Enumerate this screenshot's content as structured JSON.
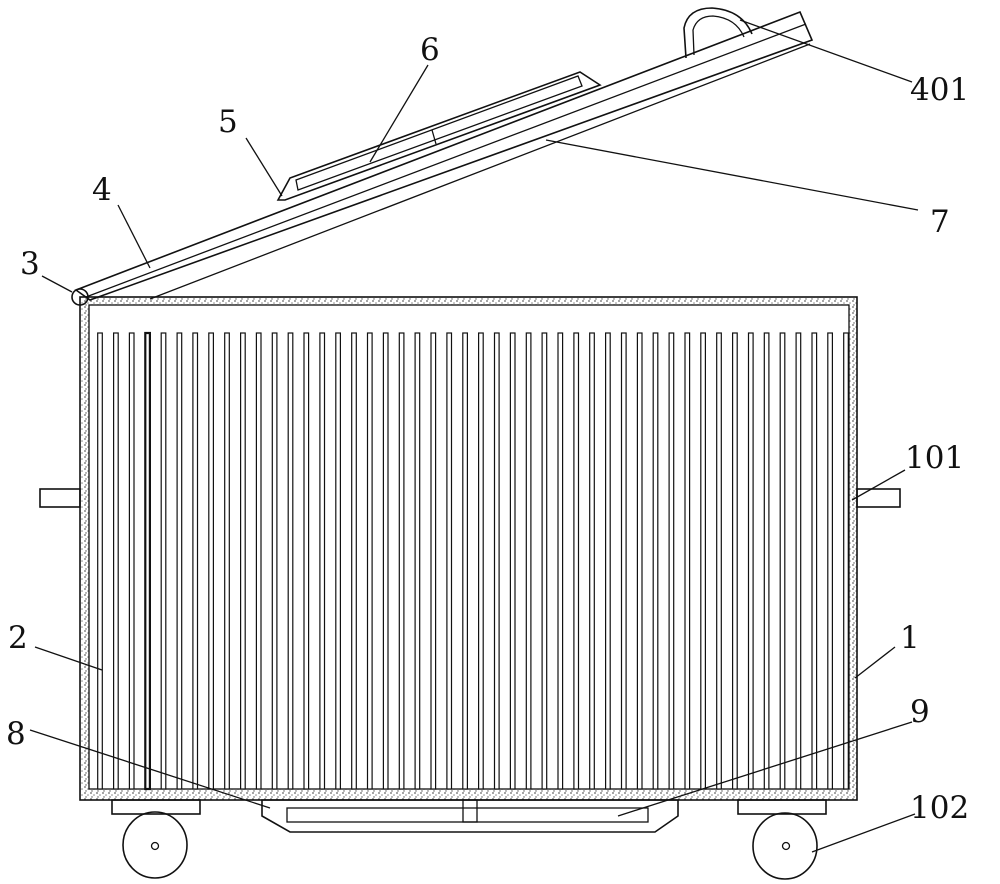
{
  "figure": {
    "labels": {
      "l1": "1",
      "l2": "2",
      "l3": "3",
      "l4": "4",
      "l5": "5",
      "l6": "6",
      "l7": "7",
      "l8": "8",
      "l9": "9",
      "l101": "101",
      "l102": "102",
      "l401": "401"
    },
    "colors": {
      "line": "#111111",
      "hatch": "#777777",
      "background": "#ffffff"
    }
  }
}
